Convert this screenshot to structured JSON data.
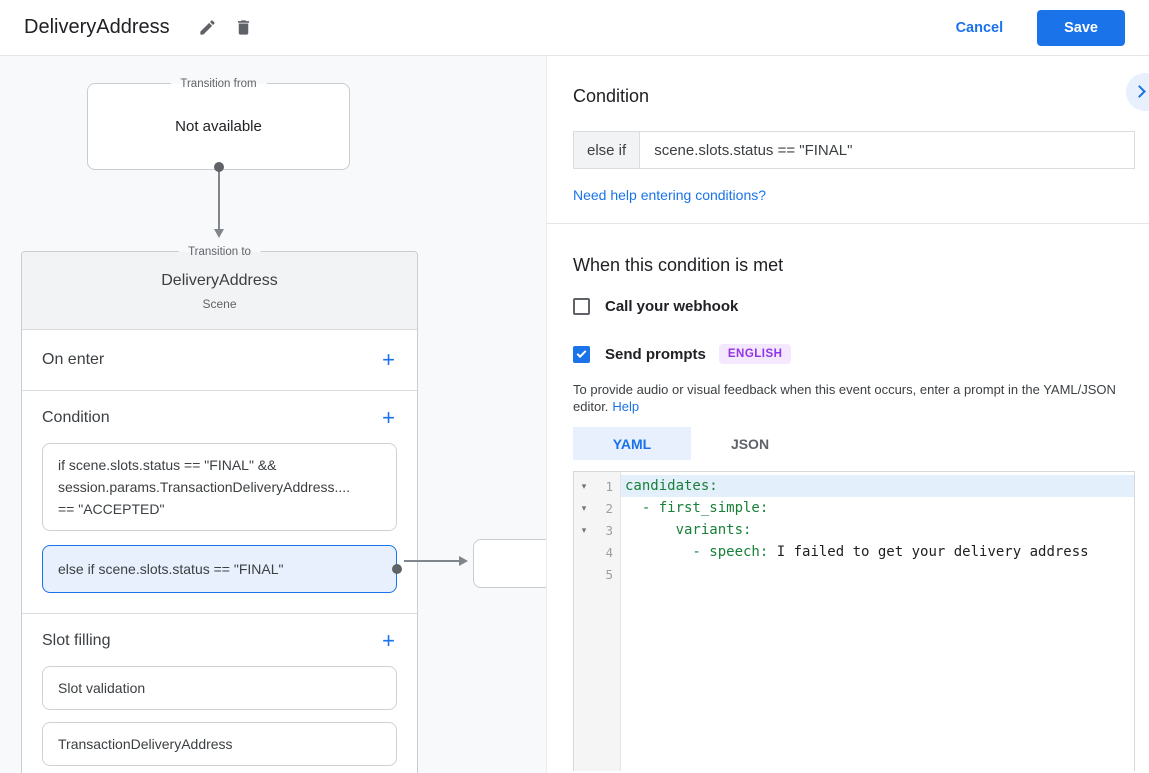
{
  "header": {
    "title": "DeliveryAddress",
    "cancel_label": "Cancel",
    "save_label": "Save"
  },
  "graph": {
    "transition_from": {
      "legend": "Transition from",
      "content": "Not available"
    },
    "scene_card": {
      "legend": "Transition to",
      "title": "DeliveryAddress",
      "subtitle": "Scene",
      "on_enter_label": "On enter",
      "condition": {
        "label": "Condition",
        "items": [
          {
            "text": "if scene.slots.status == \"FINAL\" &&\nsession.params.TransactionDeliveryAddress....\n== \"ACCEPTED\"",
            "selected": false
          },
          {
            "text": "else if scene.slots.status == \"FINAL\"",
            "selected": true
          }
        ]
      },
      "slot_filling": {
        "label": "Slot filling",
        "items": [
          "Slot validation",
          "TransactionDeliveryAddress"
        ]
      }
    }
  },
  "detail": {
    "heading": "Condition",
    "condition_row": {
      "prefix": "else if",
      "expression": "scene.slots.status == \"FINAL\""
    },
    "help_link": "Need help entering conditions?",
    "when_heading": "When this condition is met",
    "webhook": {
      "label": "Call your webhook",
      "checked": false
    },
    "send_prompts": {
      "label": "Send prompts",
      "badge": "ENGLISH",
      "checked": true
    },
    "editor_hint": {
      "text": "To provide audio or visual feedback when this event occurs, enter a prompt in the YAML/JSON editor.",
      "link_label": "Help"
    },
    "tabs": [
      {
        "label": "YAML",
        "active": true
      },
      {
        "label": "JSON",
        "active": false
      }
    ],
    "editor": {
      "language": "YAML",
      "lines": [
        {
          "num": "1",
          "key": "candidates:",
          "value": ""
        },
        {
          "num": "2",
          "key": "  - first_simple:",
          "value": ""
        },
        {
          "num": "3",
          "key": "      variants:",
          "value": ""
        },
        {
          "num": "4",
          "key": "        - speech:",
          "value": " I failed to get your delivery address"
        },
        {
          "num": "5",
          "key": "",
          "value": ""
        }
      ]
    }
  },
  "icons": {
    "plus": "+",
    "fold_arrow": "▾"
  },
  "colors": {
    "accent_blue": "#1a73e8",
    "selection_blue": "#e8f0fe",
    "badge_purple_text": "#9334e6",
    "badge_purple_bg": "#f3e8fd",
    "code_key_green": "#188038",
    "panel_gray": "#f8f9fa",
    "card_header_gray": "#f1f3f4"
  }
}
